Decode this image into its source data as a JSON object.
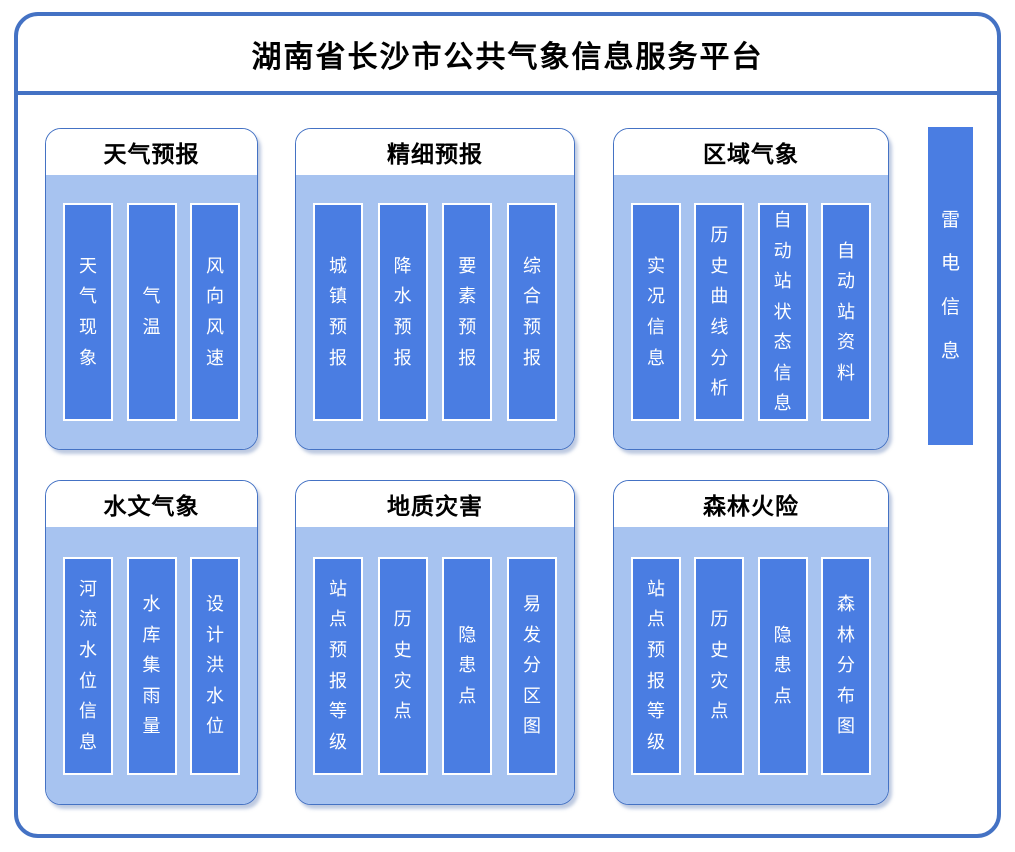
{
  "page_title": "湖南省长沙市公共气象信息服务平台",
  "colors": {
    "accent_border": "#4472C4",
    "bar_fill": "#4a7de2",
    "group_body_fill": "#a7c3f0",
    "bar_text": "#ffffff",
    "title_text": "#000000"
  },
  "groups": [
    {
      "title": "天气预报",
      "items": [
        "天气现象",
        "气温",
        "风向风速"
      ]
    },
    {
      "title": "精细预报",
      "items": [
        "城镇预报",
        "降水预报",
        "要素预报",
        "综合预报"
      ]
    },
    {
      "title": "区域气象",
      "items": [
        "实况信息",
        "历史曲线分析",
        "自动站状态信息",
        "自动站资料"
      ]
    },
    {
      "title": "水文气象",
      "items": [
        "河流水位信息",
        "水库集雨量",
        "设计洪水位"
      ]
    },
    {
      "title": "地质灾害",
      "items": [
        "站点预报等级",
        "历史灾点",
        "隐患点",
        "易发分区图"
      ]
    },
    {
      "title": "森林火险",
      "items": [
        "站点预报等级",
        "历史灾点",
        "隐患点",
        "森林分布图"
      ]
    }
  ],
  "side_bar": {
    "label": "雷电信息"
  }
}
